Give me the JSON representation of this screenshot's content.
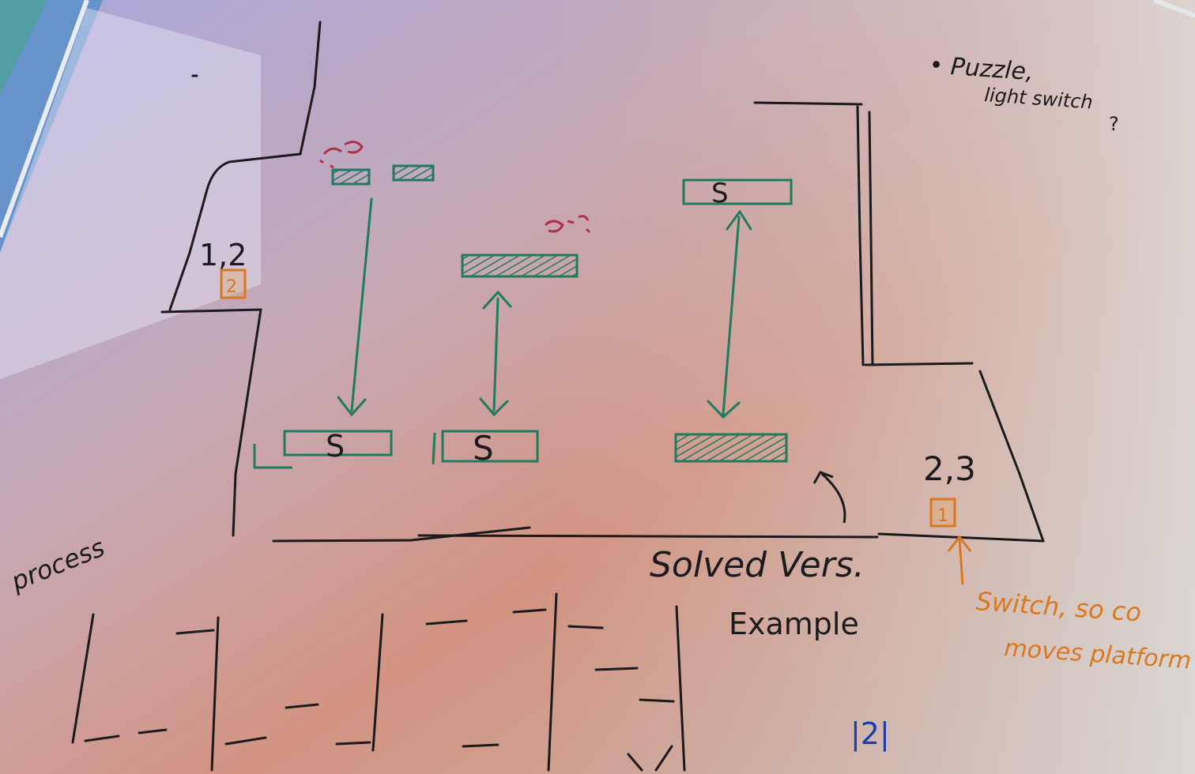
{
  "colors": {
    "ink_black": "#1b1a1c",
    "ink_green": "#1f7a5e",
    "ink_red": "#b0304a",
    "ink_orange": "#d9781f",
    "ink_blue": "#1a3fa8",
    "board_gradient_top_left": "#b9b4e6",
    "board_gradient_bottom_left": "#d2897a",
    "board_right": "#d8d4d0"
  },
  "notes": {
    "puzzle_bullet": "• Puzzle,",
    "puzzle_line2": "light switch",
    "puzzle_q": "?",
    "solved": "Solved Vers.",
    "example": "Example",
    "process": "process",
    "switch_line1": "Switch, so co",
    "switch_line2": "moves platform",
    "tally": "|2|"
  },
  "level": {
    "left_room_label": "1,2",
    "left_switch_number": "2",
    "right_room_label": "2,3",
    "right_switch_number": "1",
    "platform_label": "S"
  }
}
